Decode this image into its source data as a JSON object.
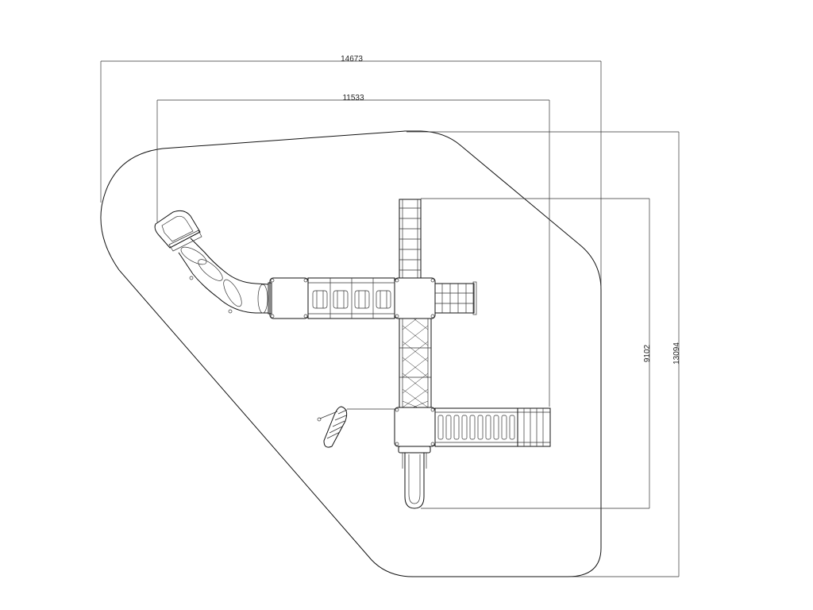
{
  "dimensions": {
    "outer_width": "14673",
    "inner_width": "11533",
    "inner_height": "9102",
    "outer_height": "13094"
  }
}
